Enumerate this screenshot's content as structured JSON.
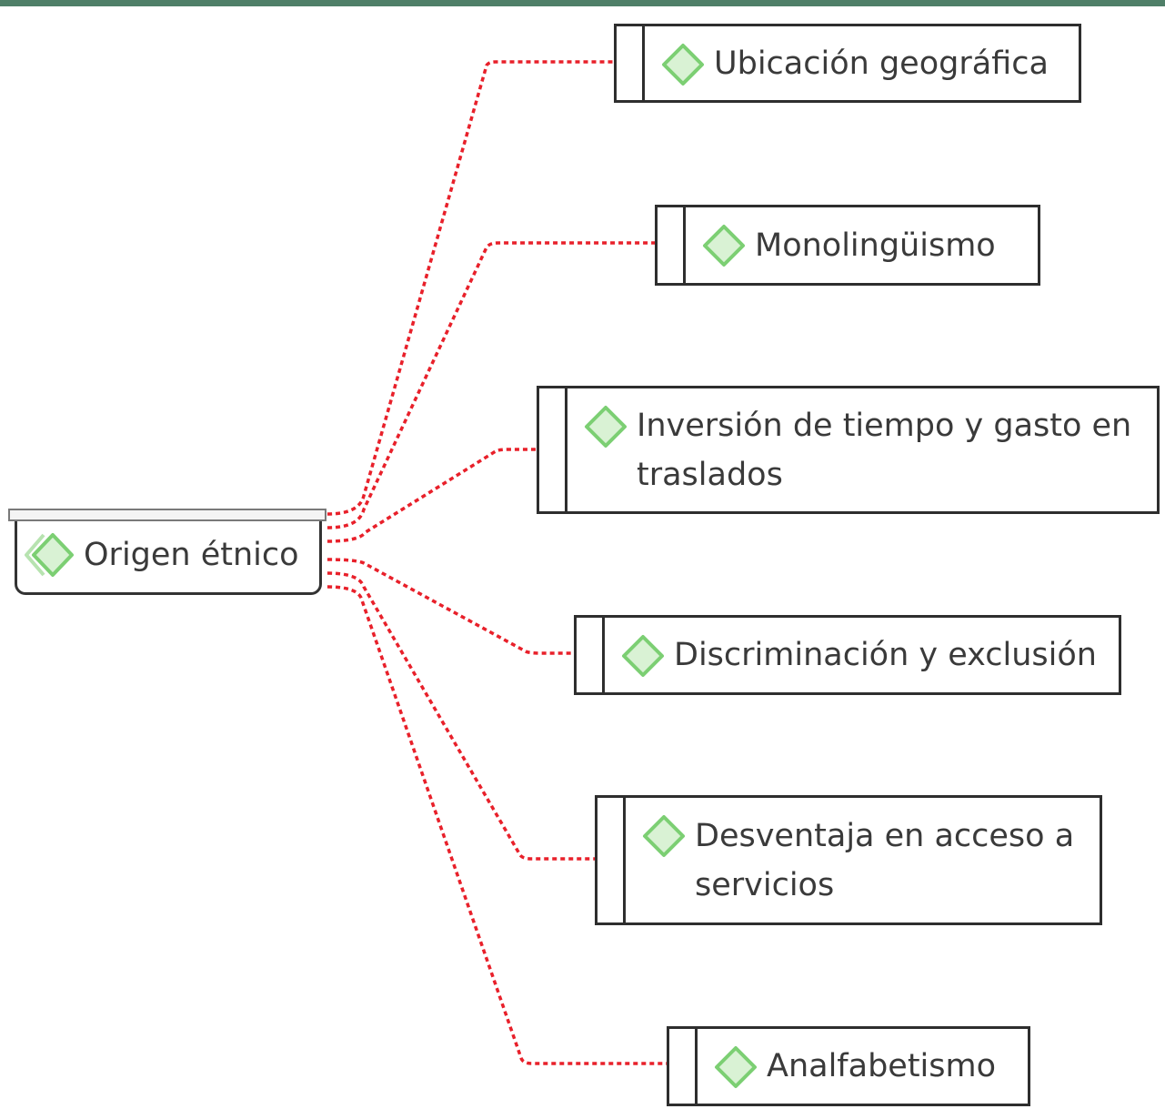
{
  "root": {
    "label": "Origen étnico",
    "icon": "diamond-stack-icon"
  },
  "branches": [
    {
      "id": "ubicacion",
      "label": "Ubicación geográfica",
      "icon": "diamond-icon"
    },
    {
      "id": "monolinguismo",
      "label": "Monolingüismo",
      "icon": "diamond-icon"
    },
    {
      "id": "inversion",
      "label": "Inversión de tiempo y gasto en traslados",
      "icon": "diamond-icon"
    },
    {
      "id": "discriminacion",
      "label": "Discriminación y exclusión",
      "icon": "diamond-icon"
    },
    {
      "id": "desventaja",
      "label": "Desventaja en acceso a servicios",
      "icon": "diamond-icon"
    },
    {
      "id": "analfabetismo",
      "label": "Analfabetismo",
      "icon": "diamond-icon"
    }
  ],
  "colors": {
    "header_bar": "#4f7f68",
    "connector": "#e8202a",
    "icon_stroke": "#7ccf73",
    "icon_fill": "#d9f2d4",
    "border": "#2e2e2e"
  }
}
